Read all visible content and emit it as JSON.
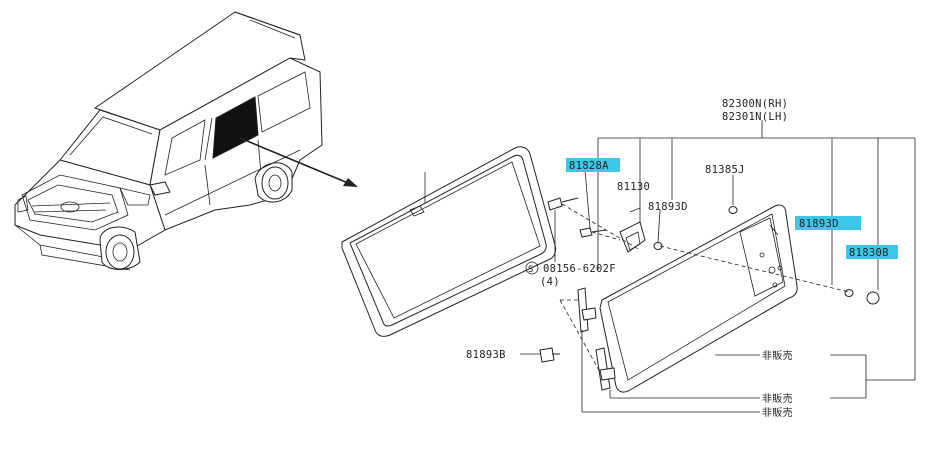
{
  "labels": {
    "p82300": "82300N(RH)",
    "p82301": "82301N(LH)",
    "p81828": "81828A",
    "p81130": "81130",
    "p81385": "81385J",
    "p81893d_a": "81893D",
    "p81893d_b": "81893D",
    "p81830": "81830B",
    "p08156": "08156-6202F",
    "p08156_qty": "(4)",
    "p08156_prefix": "S",
    "p81893b": "81893B",
    "np1": "非販売",
    "np2": "非販売",
    "np3": "非販売"
  },
  "colors": {
    "highlight": "#3cc6e8",
    "line": "#222222",
    "window_tint": "#111111"
  }
}
